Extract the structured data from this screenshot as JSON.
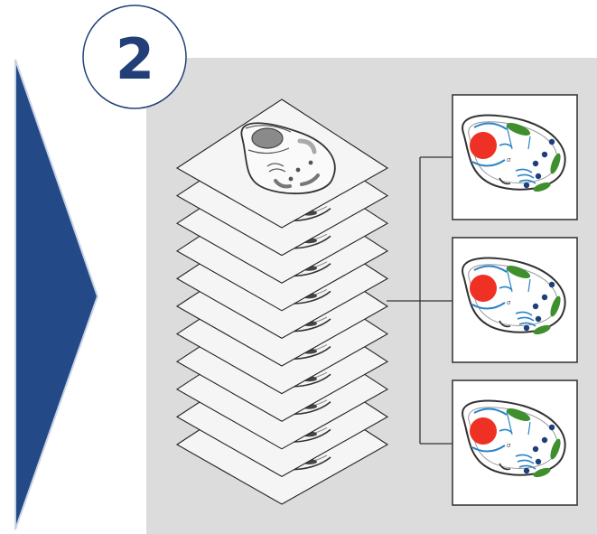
{
  "step": {
    "number": "2"
  },
  "colors": {
    "arrow_fill": "#234a86",
    "arrow_stroke": "#c9d4e6",
    "badge_text": "#233f78",
    "badge_border": "#233f78",
    "panel_bg": "#dcdcdc",
    "slice_fill": "#f5f5f5",
    "card_border": "#3a3a3a",
    "nucleus": "#ee3124",
    "organelle_blue": "#2a84c6",
    "organelle_green": "#3f8f2e",
    "organelle_navy": "#1f3f7a"
  },
  "diagram": {
    "slice_count": 11,
    "output_count": 3,
    "icons": [
      "step-arrow-icon",
      "cell-slice-icon",
      "segmented-cell-icon"
    ]
  }
}
